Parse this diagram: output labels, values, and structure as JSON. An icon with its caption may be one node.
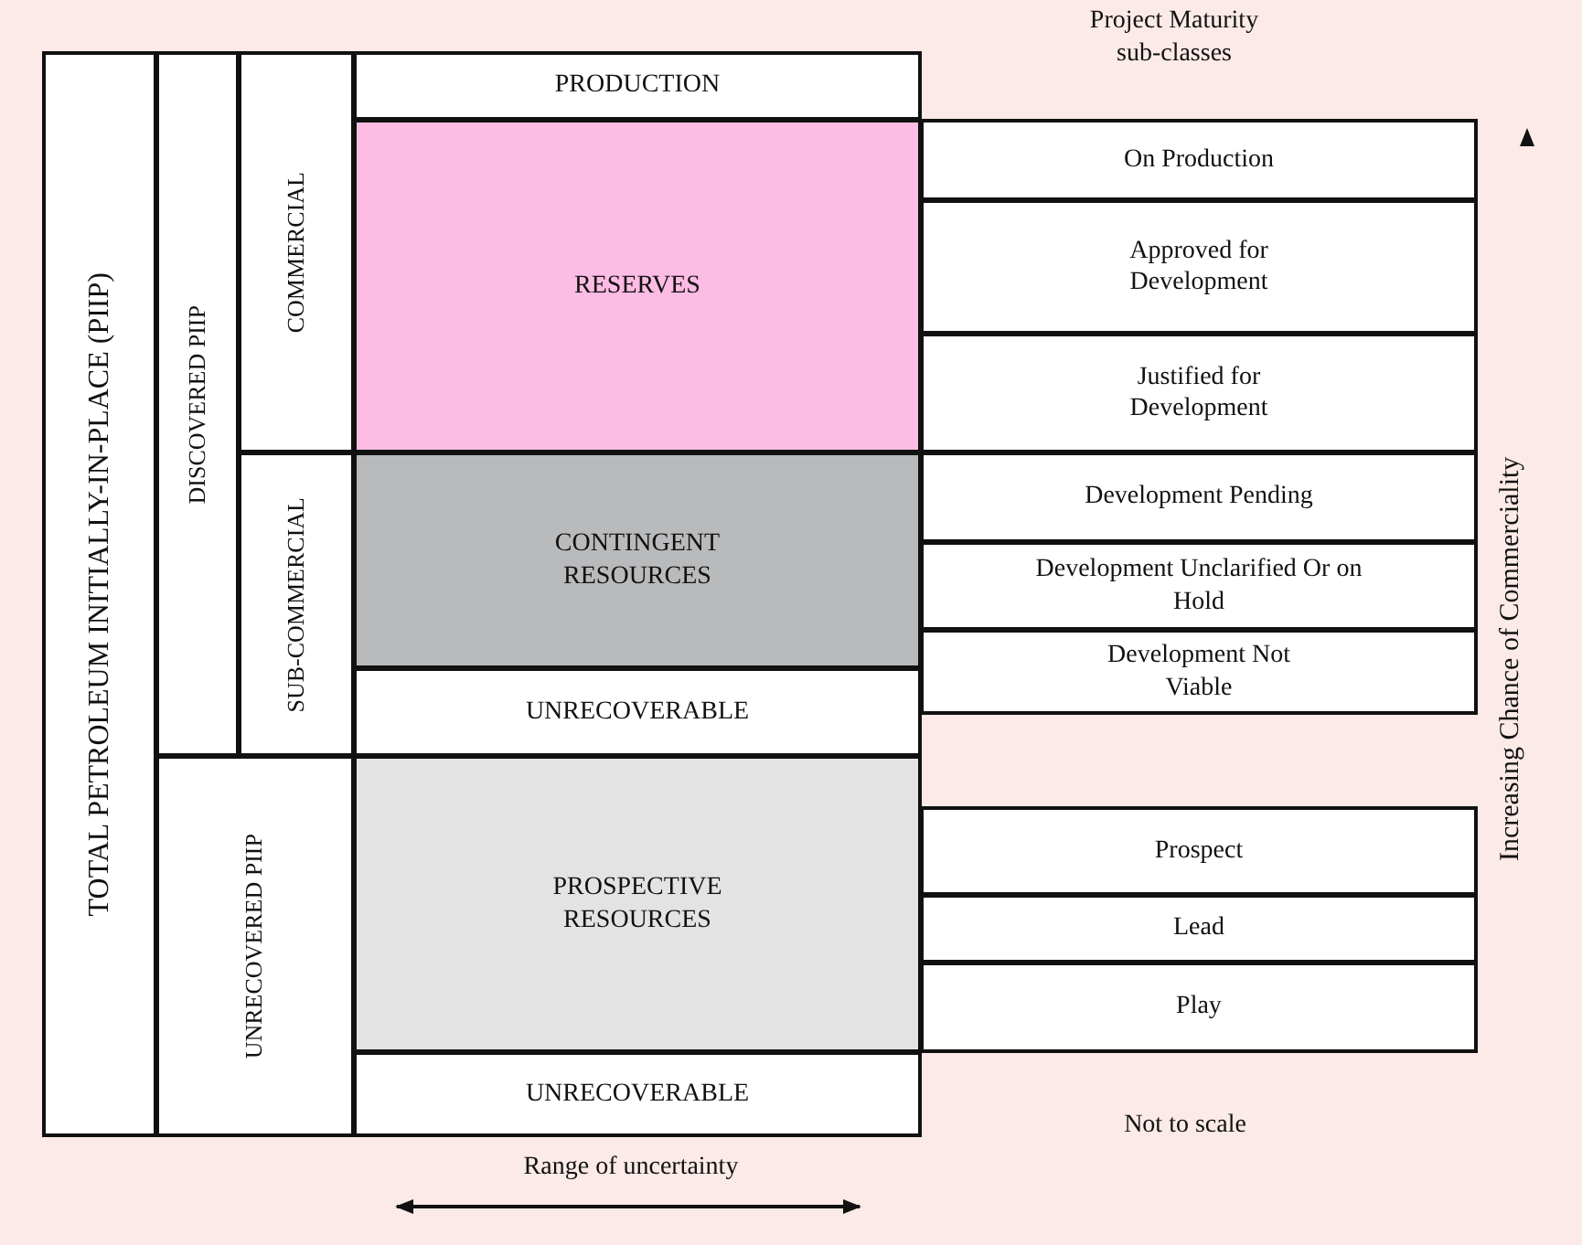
{
  "diagram": {
    "nodes": [
      {
        "text": [
          "TOTAL PETROLEUM INITIALLY-IN-PLACE (PIIP)"
        ]
      },
      {
        "text": [
          "DISCOVERED PIIP"
        ]
      },
      {
        "text": [
          "COMMERCIAL"
        ]
      },
      {
        "text": [
          "PRODUCTION"
        ]
      },
      {
        "text": [
          "RESERVES"
        ]
      },
      {
        "text": [
          "SUB-COMMERCIAL"
        ]
      },
      {
        "text": [
          "CONTINGENT RESOURCES"
        ]
      },
      {
        "text": [
          "UNRECOVERABLE"
        ]
      },
      {
        "text": [
          "UNRECOVERED PIIP"
        ]
      },
      {
        "text": [
          "PROSPECTIVE RESOURCES"
        ]
      },
      {
        "text": [
          "UNRECOVERABLE"
        ]
      },
      {
        "text": [
          "On Production"
        ]
      },
      {
        "text": [
          "Approved for Development"
        ]
      },
      {
        "text": [
          "Justified for Development"
        ]
      },
      {
        "text": [
          "Development Pending"
        ]
      },
      {
        "text": [
          "Development Unclarified Or on Hold"
        ]
      },
      {
        "text": [
          "Development Not Viable"
        ]
      },
      {
        "text": [
          "Prospect"
        ]
      },
      {
        "text": [
          "Lead"
        ]
      },
      {
        "text": [
          "Play"
        ]
      }
    ],
    "edges": [],
    "labels": [
      "Project Maturity sub-classes",
      "Increasing Chance of Commerciality",
      "Not to scale",
      "Range of uncertainty"
    ]
  }
}
